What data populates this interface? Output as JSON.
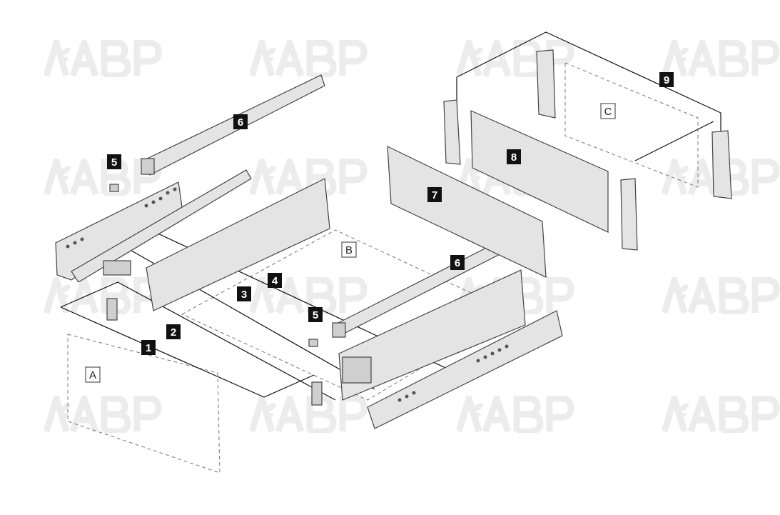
{
  "watermark": "ΛABP",
  "part_labels": [
    "1",
    "2",
    "3",
    "4",
    "5",
    "5",
    "6",
    "6",
    "7",
    "8",
    "9"
  ],
  "letter_labels": [
    "A",
    "B",
    "C"
  ],
  "colors": {
    "label_bg": "#111111",
    "label_text": "#ffffff",
    "part_fill": "#e4e4e4",
    "watermark": "#ececec"
  }
}
